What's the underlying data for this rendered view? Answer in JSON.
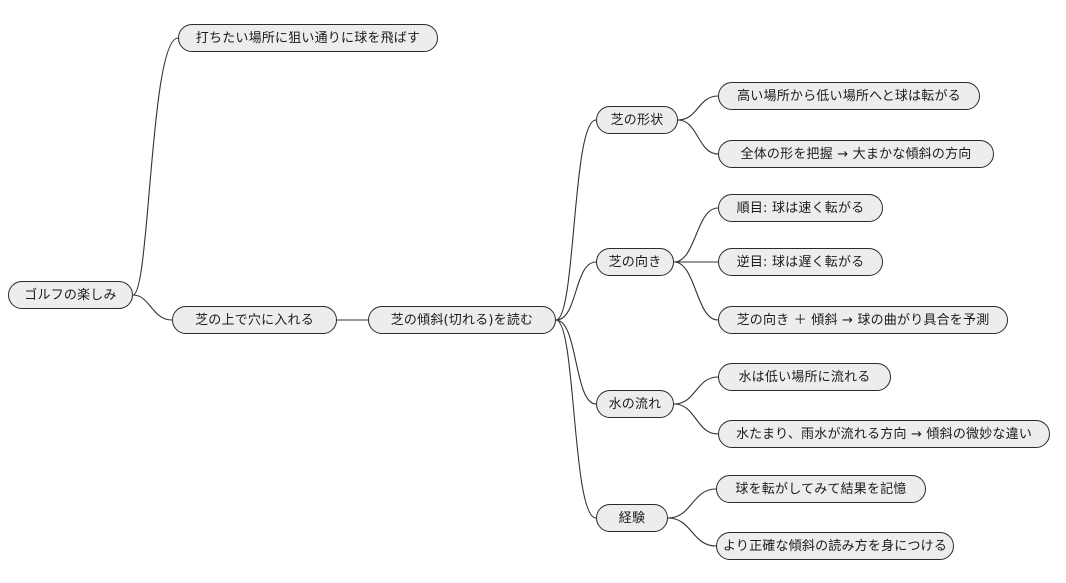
{
  "diagram": {
    "type": "mindmap",
    "title": "ゴルフの楽しみ",
    "background_color": "#ffffff",
    "node_fill_color": "#ededed",
    "node_border_color": "#2b2b2b",
    "edge_color": "#333333",
    "nodes": {
      "root": "ゴルフの楽しみ",
      "l1_a": "打ちたい場所に狙い通りに球を飛ばす",
      "l1_b": "芝の上で穴に入れる",
      "l2_a": "芝の傾斜(切れる)を読む",
      "l3_a": "芝の形状",
      "l3_b": "芝の向き",
      "l3_c": "水の流れ",
      "l3_d": "経験",
      "l4_a1": "高い場所から低い場所へと球は転がる",
      "l4_a2": "全体の形を把握 → 大まかな傾斜の方向",
      "l4_b1": "順目: 球は速く転がる",
      "l4_b2": "逆目: 球は遅く転がる",
      "l4_b3": "芝の向き ＋ 傾斜 → 球の曲がり具合を予測",
      "l4_c1": "水は低い場所に流れる",
      "l4_c2": "水たまり、雨水が流れる方向 → 傾斜の微妙な違い",
      "l4_d1": "球を転がしてみて結果を記憶",
      "l4_d2": "より正確な傾斜の読み方を身につける"
    }
  }
}
